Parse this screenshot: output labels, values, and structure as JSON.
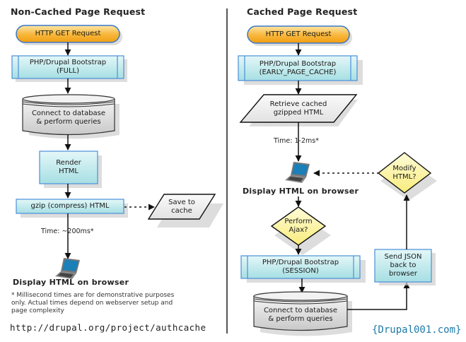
{
  "left": {
    "title": "Non-Cached Page Request",
    "start": "HTTP GET Request",
    "bootstrap": "PHP/Drupal Bootstrap\n(FULL)",
    "db": "Connect to database\n& perform queries",
    "render": "Render\nHTML",
    "gzip": "gzip (compress) HTML",
    "save": "Save to\ncache",
    "time": "Time: ~200ms*",
    "display": "Display HTML on browser",
    "footnote": "* Millisecond times are for demonstrative purposes\nonly. Actual times depend on webserver setup and\npage complexity",
    "url": "http://drupal.org/project/authcache"
  },
  "right": {
    "title": "Cached Page Request",
    "start": "HTTP GET Request",
    "bootstrap": "PHP/Drupal Bootstrap\n(EARLY_PAGE_CACHE)",
    "retrieve": "Retrieve cached\ngzipped HTML",
    "time": "Time: 1-2ms*",
    "display": "Display HTML on browser",
    "ajax": "Perform\nAjax?",
    "modify": "Modify\nHTML?",
    "session": "PHP/Drupal Bootstrap\n(SESSION)",
    "db": "Connect to database\n& perform queries",
    "json": "Send JSON\nback to\nbrowser"
  },
  "brand": "{Drupal001.com}",
  "colors": {
    "terminal": "#f7a823",
    "process": "#bfe9ec",
    "process_border": "#4a8fd8",
    "decision": "#fdf39a",
    "data": "#eeeeee",
    "brand": "#1f7aa8"
  }
}
